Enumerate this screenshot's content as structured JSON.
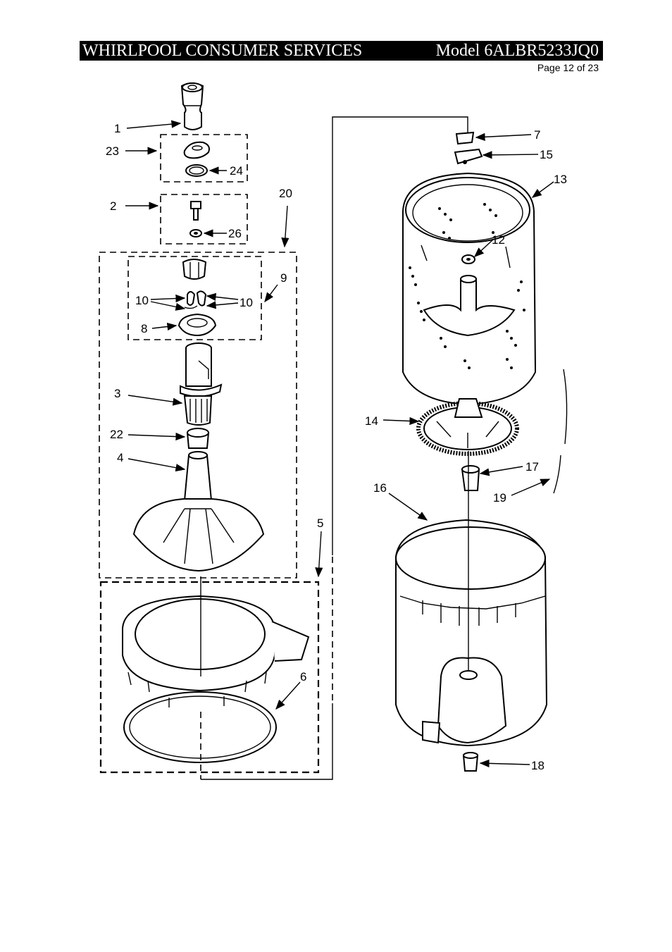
{
  "header": {
    "title": "WHIRLPOOL CONSUMER SERVICES",
    "model": "Model 6ALBR5233JQ0",
    "page": "Page 12 of 23"
  },
  "callouts": {
    "c1": "1",
    "c23": "23",
    "c24": "24",
    "c2": "2",
    "c26": "26",
    "c20": "20",
    "c9": "9",
    "c10a": "10",
    "c10b": "10",
    "c8": "8",
    "c3": "3",
    "c22": "22",
    "c4": "4",
    "c5": "5",
    "c6": "6",
    "c7": "7",
    "c15": "15",
    "c13": "13",
    "c12": "12",
    "c14": "14",
    "c17": "17",
    "c19": "19",
    "c16": "16",
    "c18": "18"
  }
}
